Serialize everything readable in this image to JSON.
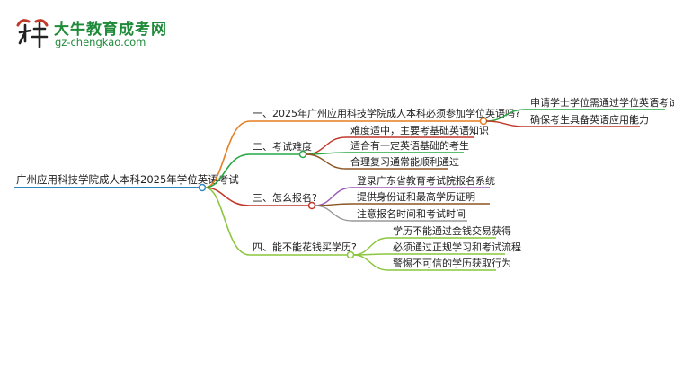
{
  "logo": {
    "icon": "bull-logo-icon",
    "title": "大牛教育成考网",
    "url": "gz-chengkao.com"
  },
  "colors": {
    "root": "#2e86c1",
    "branch1": "#e67e22",
    "branch2": "#27a844",
    "branch3": "#c0392b",
    "branch4": "#8cc63f",
    "branch1_leaf1": "#27a844",
    "branch1_leaf2": "#c0392b",
    "branch2_leaf1": "#c0392b",
    "branch2_leaf2": "#27a844",
    "branch2_leaf3": "#8d5524",
    "branch3_leaf1": "#9b59b6",
    "branch3_leaf2": "#8d5524",
    "branch3_leaf3": "#999999",
    "branch4_leaf": "#8cc63f"
  },
  "mindmap": {
    "root": "广州应用科技学院成人本科2025年学位英语考试",
    "branches": [
      {
        "label": "一、2025年广州应用科技学院成人本科必须参加学位英语吗?",
        "children": [
          "申请学士学位需通过学位英语考试",
          "确保考生具备英语应用能力"
        ]
      },
      {
        "label": "二、考试难度",
        "children": [
          "难度适中，主要考基础英语知识",
          "适合有一定英语基础的考生",
          "合理复习通常能顺利通过"
        ]
      },
      {
        "label": "三、怎么报名?",
        "children": [
          "登录广东省教育考试院报名系统",
          "提供身份证和最高学历证明",
          "注意报名时间和考试时间"
        ]
      },
      {
        "label": "四、能不能花钱买学历?",
        "children": [
          "学历不能通过金钱交易获得",
          "必须通过正规学习和考试流程",
          "警惕不可信的学历获取行为"
        ]
      }
    ]
  }
}
